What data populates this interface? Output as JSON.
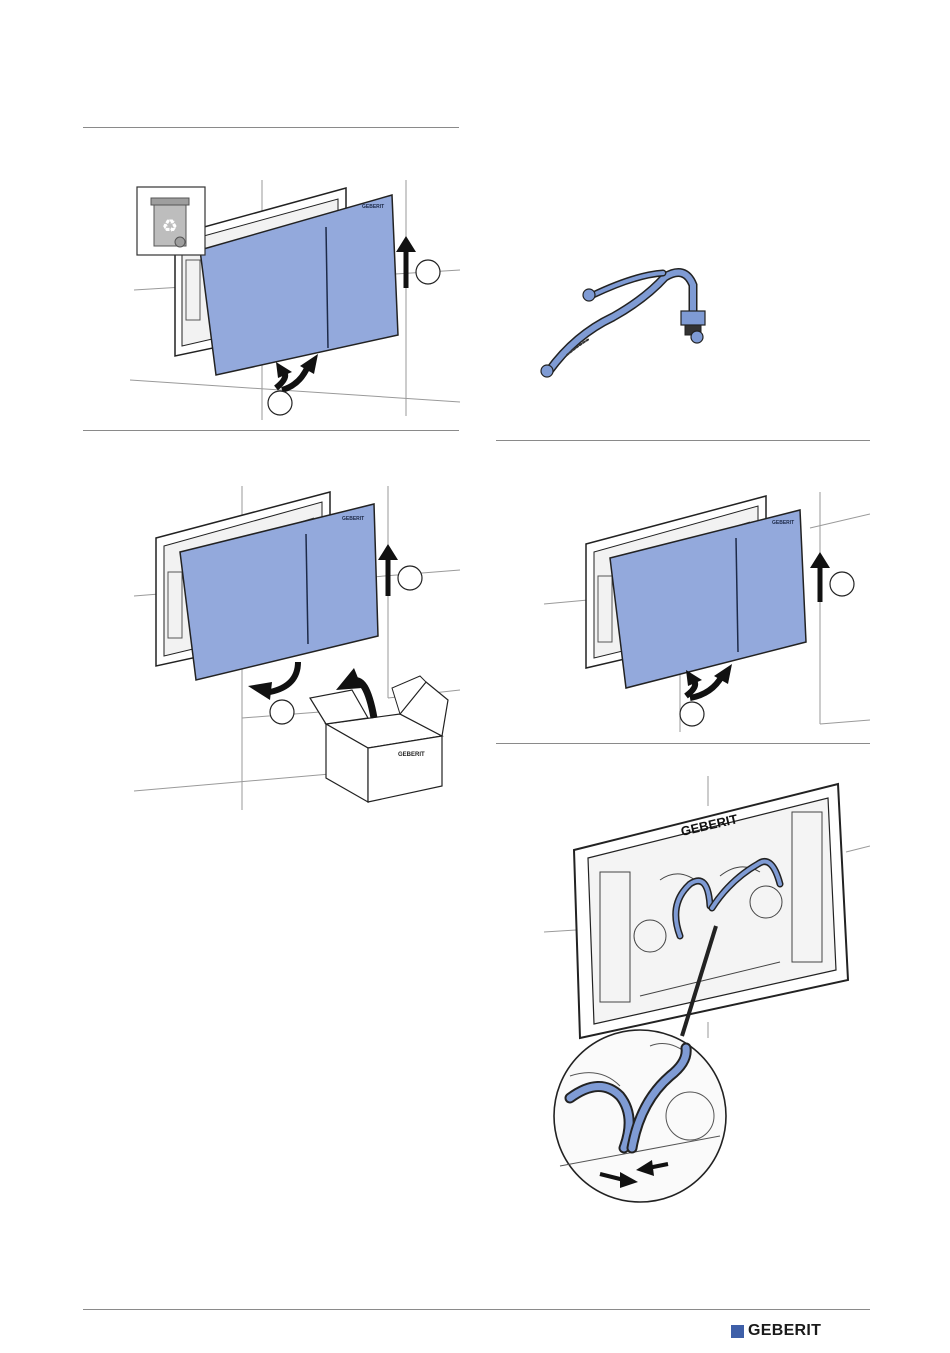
{
  "brand": {
    "name": "GEBERIT",
    "panel_mark": "GEBERIT",
    "accent_color": "#3e5fa8",
    "panel_color": "#93a9dc",
    "hose_color": "#7f9bd4"
  },
  "figures": [
    {
      "id": "fig-remove-panel-recycle",
      "icons": [
        "recycle-bin-icon",
        "arrow-up-icon",
        "rotate-arrow-icon"
      ],
      "step_markers": [
        "",
        ""
      ]
    },
    {
      "id": "fig-remove-panel-to-box",
      "icons": [
        "arrow-up-icon",
        "rotate-arrow-icon",
        "box-icon"
      ],
      "step_markers": [
        "",
        ""
      ],
      "box_label": "GEBERIT"
    },
    {
      "id": "fig-hose-kit",
      "icons": [
        "hose-icon"
      ]
    },
    {
      "id": "fig-install-panel",
      "icons": [
        "arrow-up-icon",
        "rotate-arrow-icon"
      ],
      "step_markers": [
        "",
        ""
      ]
    },
    {
      "id": "fig-frame-hose-detail",
      "icons": [
        "magnifier-detail-icon",
        "arrow-out-icon"
      ],
      "frame_label": "GEBERIT"
    }
  ]
}
